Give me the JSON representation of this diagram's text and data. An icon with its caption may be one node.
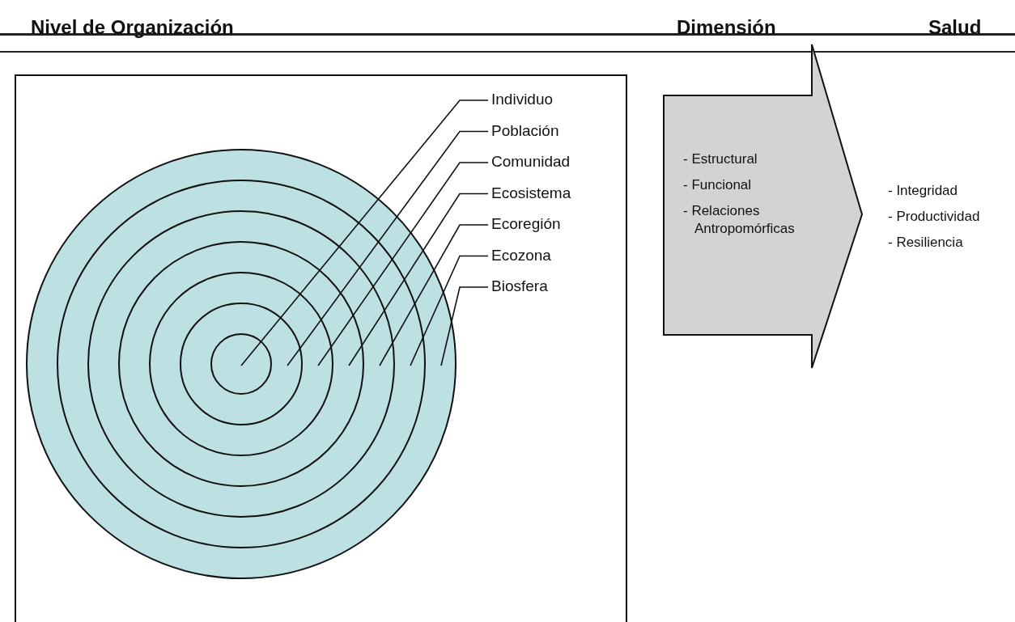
{
  "diagram": {
    "nodes": [
      {
        "text": [],
        "shape": "box"
      },
      {
        "text": [],
        "shape": "circle",
        "in": 0
      },
      {
        "text": [],
        "shape": "circle",
        "in": 1
      },
      {
        "text": [],
        "shape": "circle",
        "in": 2
      },
      {
        "text": [],
        "shape": "circle",
        "in": 3
      },
      {
        "text": [],
        "shape": "circle",
        "in": 4
      },
      {
        "text": [],
        "shape": "circle",
        "in": 5
      },
      {
        "text": [],
        "shape": "circle",
        "in": 6
      },
      {
        "text": [
          "Individuo"
        ],
        "in": 0
      },
      {
        "text": [
          "Población"
        ],
        "in": 0
      },
      {
        "text": [
          "Comunidad"
        ],
        "in": 0
      },
      {
        "text": [
          "Ecosistema"
        ],
        "in": 0
      },
      {
        "text": [
          "Ecoregión"
        ],
        "in": 0
      },
      {
        "text": [
          "Ecozona"
        ],
        "in": 0
      },
      {
        "text": [
          "Biosfera"
        ],
        "in": 0
      },
      {
        "text": [
          "- Estructural",
          "- Funcional",
          "- Relaciones Antropomórficas"
        ]
      }
    ],
    "edges": [
      {
        "from": 8,
        "to": 7,
        "arrow": "none"
      },
      {
        "from": 9,
        "to": 6,
        "arrow": "none"
      },
      {
        "from": 10,
        "to": 5,
        "arrow": "none"
      },
      {
        "from": 11,
        "to": 4,
        "arrow": "none"
      },
      {
        "from": 12,
        "to": 3,
        "arrow": "none"
      },
      {
        "from": 13,
        "to": 2,
        "arrow": "none"
      },
      {
        "from": 14,
        "to": 1,
        "arrow": "none"
      }
    ],
    "labels": [
      "Nivel de Organización",
      "Dimensión",
      "Salud",
      "- Integridad",
      "- Productividad",
      "- Resiliencia"
    ]
  }
}
